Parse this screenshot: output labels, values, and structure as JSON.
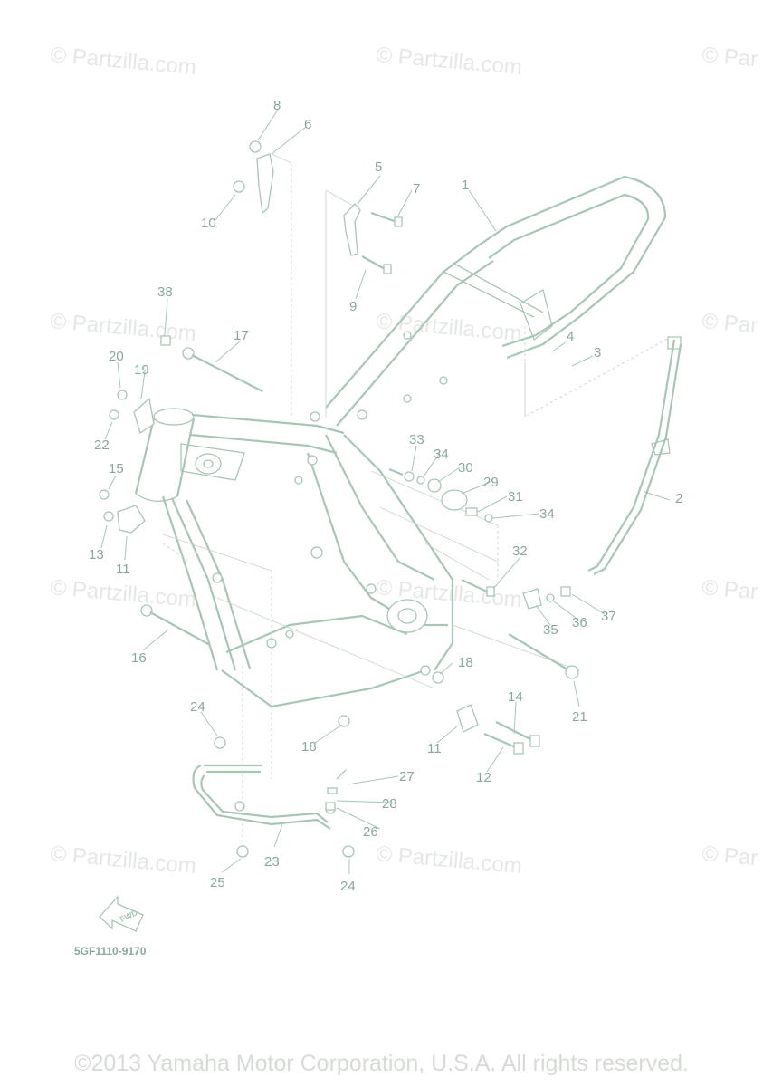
{
  "watermark_text": "© Partzilla.com",
  "watermark_partial": "© Par",
  "drawing_code": "5GF1110-9170",
  "fwd_label": "FWD",
  "copyright": "©2013 Yamaha Motor Corporation, U.S.A. All rights reserved.",
  "callouts": [
    "1",
    "2",
    "3",
    "4",
    "5",
    "6",
    "7",
    "8",
    "9",
    "10",
    "11",
    "11",
    "12",
    "13",
    "14",
    "15",
    "16",
    "17",
    "18",
    "18",
    "19",
    "20",
    "21",
    "22",
    "23",
    "24",
    "24",
    "25",
    "26",
    "27",
    "28",
    "29",
    "30",
    "31",
    "32",
    "33",
    "34",
    "34",
    "35",
    "36",
    "37",
    "38"
  ],
  "colors": {
    "line": "#a8c6b4",
    "label": "#8aa89a",
    "watermark": "#e4e8e4",
    "copyright": "#d6dbd6"
  }
}
